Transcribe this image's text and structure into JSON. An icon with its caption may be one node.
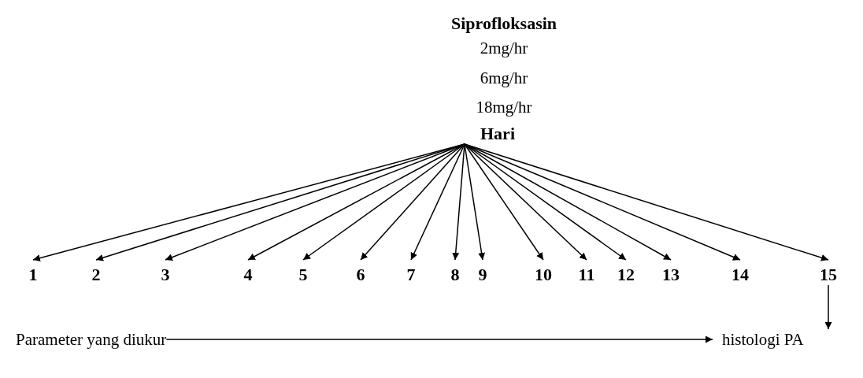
{
  "diagram": {
    "nodes": [
      {
        "text": [
          "Hari"
        ]
      },
      {
        "text": [
          "1"
        ]
      },
      {
        "text": [
          "2"
        ]
      },
      {
        "text": [
          "3"
        ]
      },
      {
        "text": [
          "4"
        ]
      },
      {
        "text": [
          "5"
        ]
      },
      {
        "text": [
          "6"
        ]
      },
      {
        "text": [
          "7"
        ]
      },
      {
        "text": [
          "8"
        ]
      },
      {
        "text": [
          "9"
        ]
      },
      {
        "text": [
          "10"
        ]
      },
      {
        "text": [
          "11"
        ]
      },
      {
        "text": [
          "12"
        ]
      },
      {
        "text": [
          "13"
        ]
      },
      {
        "text": [
          "14"
        ]
      },
      {
        "text": [
          "15"
        ]
      },
      {
        "text": [
          "Parameter yang diukur"
        ]
      },
      {
        "text": [
          "histologi PA"
        ]
      }
    ],
    "edges": [
      {
        "from": 0,
        "to": 1,
        "arrow": "to"
      },
      {
        "from": 0,
        "to": 2,
        "arrow": "to"
      },
      {
        "from": 0,
        "to": 3,
        "arrow": "to"
      },
      {
        "from": 0,
        "to": 4,
        "arrow": "to"
      },
      {
        "from": 0,
        "to": 5,
        "arrow": "to"
      },
      {
        "from": 0,
        "to": 6,
        "arrow": "to"
      },
      {
        "from": 0,
        "to": 7,
        "arrow": "to"
      },
      {
        "from": 0,
        "to": 8,
        "arrow": "to"
      },
      {
        "from": 0,
        "to": 9,
        "arrow": "to"
      },
      {
        "from": 0,
        "to": 10,
        "arrow": "to"
      },
      {
        "from": 0,
        "to": 11,
        "arrow": "to"
      },
      {
        "from": 0,
        "to": 12,
        "arrow": "to"
      },
      {
        "from": 0,
        "to": 13,
        "arrow": "to"
      },
      {
        "from": 0,
        "to": 14,
        "arrow": "to"
      },
      {
        "from": 0,
        "to": 15,
        "arrow": "to"
      },
      {
        "from": 15,
        "to": 17,
        "arrow": "to"
      },
      {
        "from": 16,
        "to": 17,
        "arrow": "to"
      }
    ],
    "labels": [
      "Siprofloksasin",
      "2mg/hr",
      "6mg/hr",
      "18mg/hr"
    ]
  }
}
